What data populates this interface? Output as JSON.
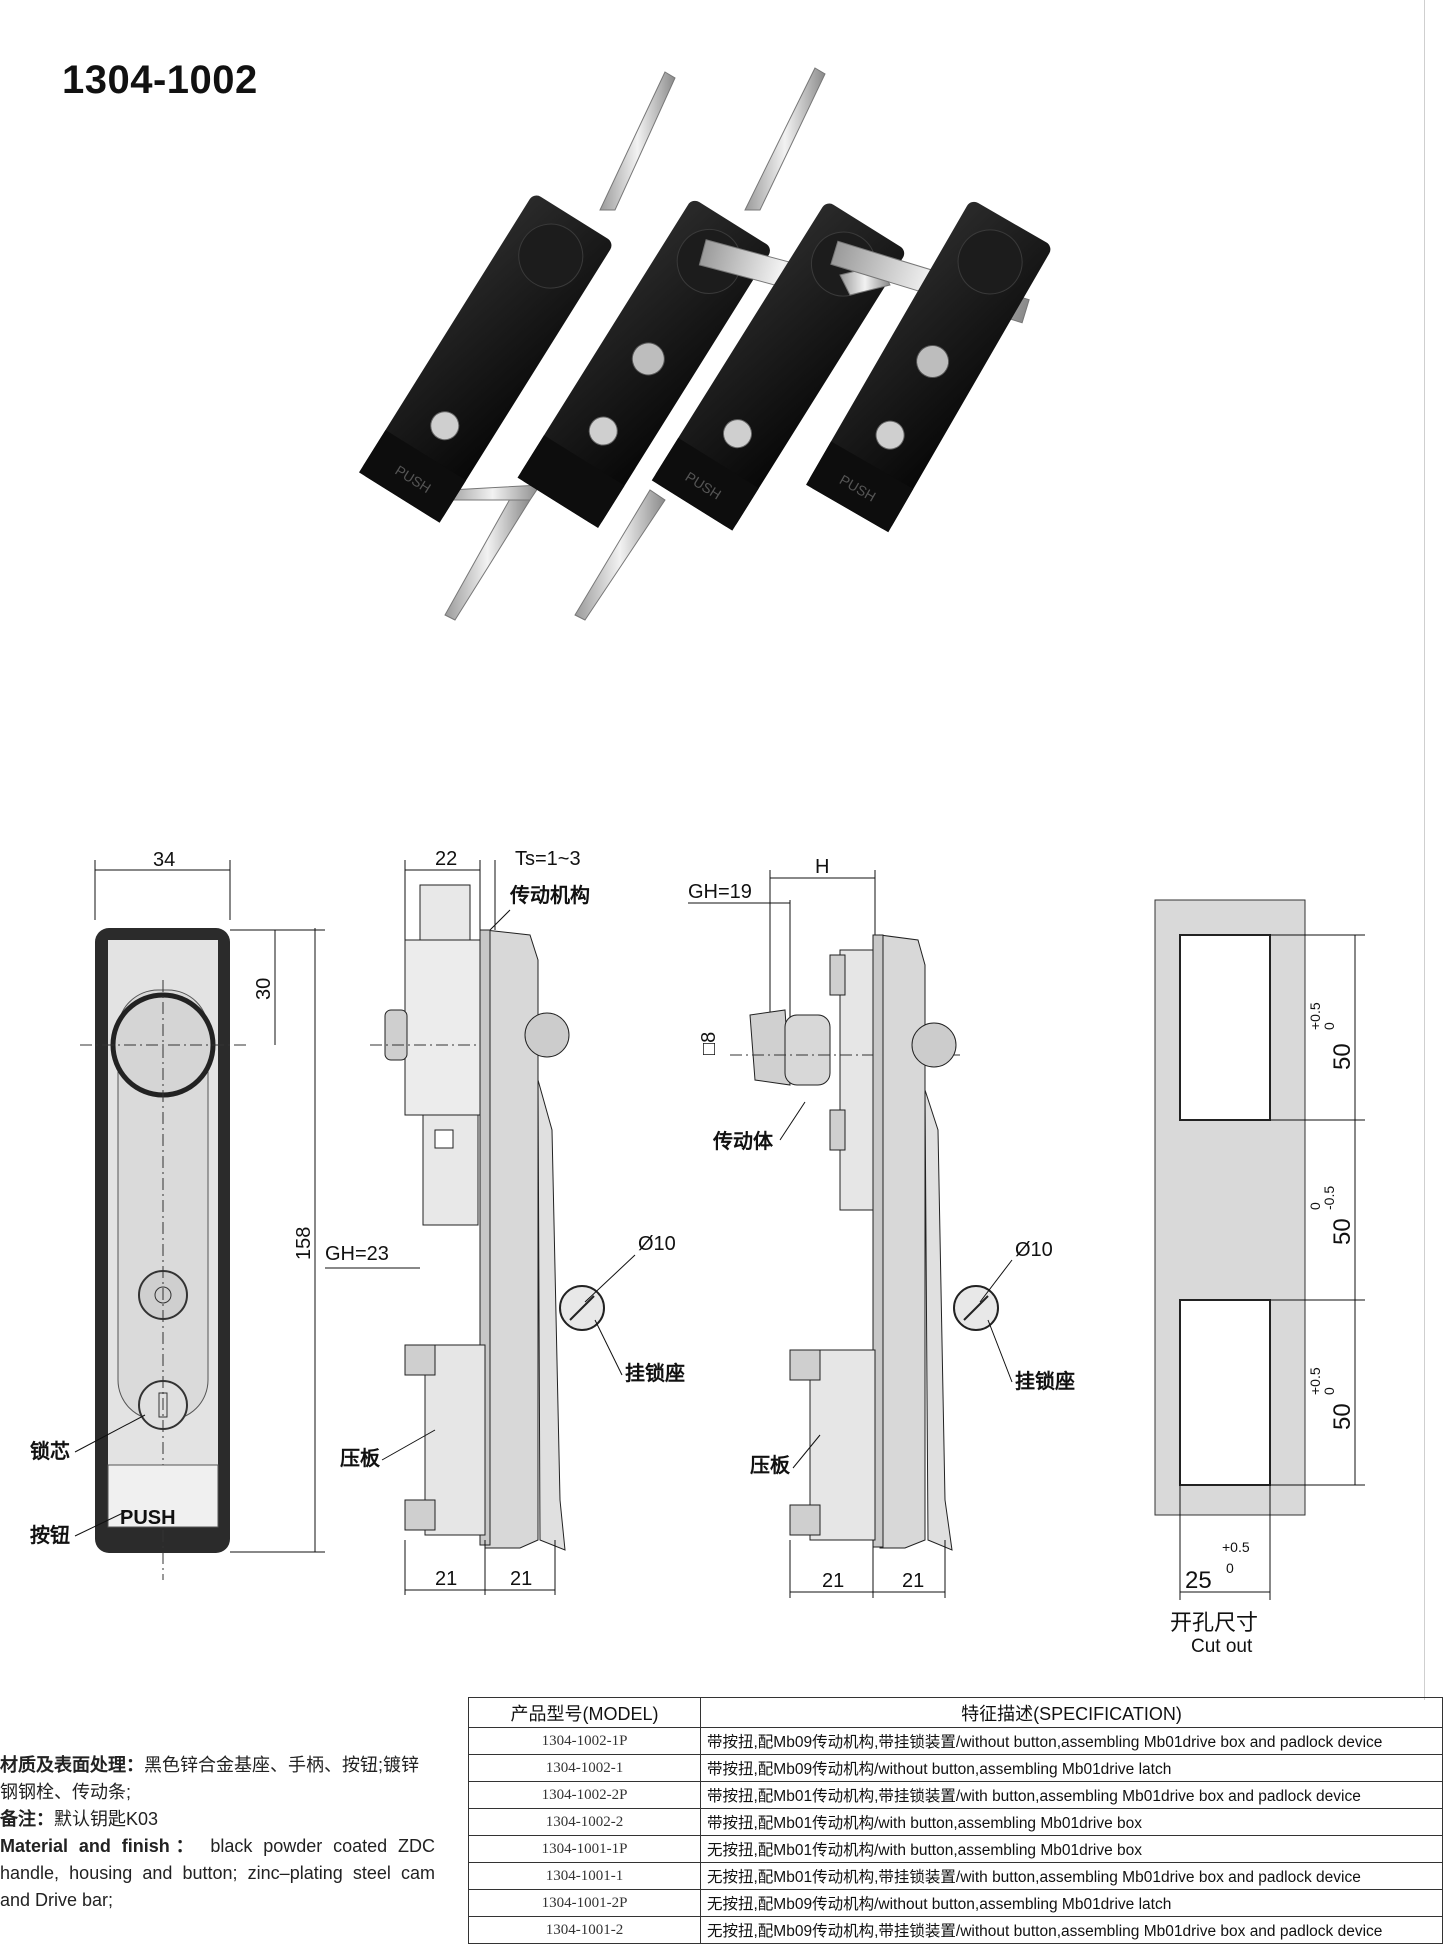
{
  "title": "1304-1002",
  "photo": {
    "push_text": "PUSH"
  },
  "front_view": {
    "width_dim": "34",
    "top_dim": "30",
    "height_dim": "158",
    "push_text": "PUSH",
    "lock_core_label": "锁芯",
    "button_label": "按钮"
  },
  "side_view_1": {
    "dim_22": "22",
    "ts": "Ts=1~3",
    "mechanism_label": "传动机构",
    "gh": "GH=23",
    "phi": "Ø10",
    "padlock_label": "挂锁座",
    "plate_label": "压板",
    "bottom_left": "21",
    "bottom_right": "21"
  },
  "side_view_2": {
    "h": "H",
    "gh": "GH=19",
    "square": "□8",
    "drive_label": "传动体",
    "phi": "Ø10",
    "padlock_label": "挂锁座",
    "plate_label": "压板",
    "bottom_left": "21",
    "bottom_right": "21"
  },
  "cutout": {
    "dim1": "50",
    "tol1_top": "+0.5",
    "tol1_bottom": "0",
    "dim2": "50",
    "tol2_top": "0",
    "tol2_bottom": "-0.5",
    "dim3": "50",
    "tol3_top": "+0.5",
    "tol3_bottom": "0",
    "width_dim": "25",
    "width_tol_top": "+0.5",
    "width_tol_bottom": "0",
    "caption_cn": "开孔尺寸",
    "caption_en": "Cut out"
  },
  "notes": {
    "material_label_cn": "材质及表面处理：",
    "material_cn": "黑色锌合金基座、手柄、按钮;镀锌钢钢栓、传动条;",
    "remark_label_cn": "备注：",
    "remark_cn": "默认钥匙K03",
    "material_label_en": "Material and finish：",
    "material_en": "black powder coated ZDC handle, housing and button; zinc–plating steel cam and Drive bar;"
  },
  "spec_table": {
    "headers": [
      "产品型号(MODEL)",
      "特征描述(SPECIFICATION)"
    ],
    "rows": [
      [
        "1304-1002-1P",
        "带按扭,配Mb09传动机构,带挂锁装置/without button,assembling Mb01drive  box and padlock device"
      ],
      [
        "1304-1002-1",
        "带按扭,配Mb09传动机构/without button,assembling Mb01drive latch"
      ],
      [
        "1304-1002-2P",
        "带按扭,配Mb01传动机构,带挂锁装置/with button,assembling Mb01drive box and padlock device"
      ],
      [
        "1304-1002-2",
        "带按扭,配Mb01传动机构/with button,assembling Mb01drive box"
      ],
      [
        "1304-1001-1P",
        "无按扭,配Mb01传动机构/with button,assembling Mb01drive box"
      ],
      [
        "1304-1001-1",
        "无按扭,配Mb01传动机构,带挂锁装置/with button,assembling Mb01drive box and padlock device"
      ],
      [
        "1304-1001-2P",
        "无按扭,配Mb09传动机构/without button,assembling Mb01drive latch"
      ],
      [
        "1304-1001-2",
        "无按扭,配Mb09传动机构,带挂锁装置/without button,assembling Mb01drive  box and padlock device"
      ]
    ]
  }
}
